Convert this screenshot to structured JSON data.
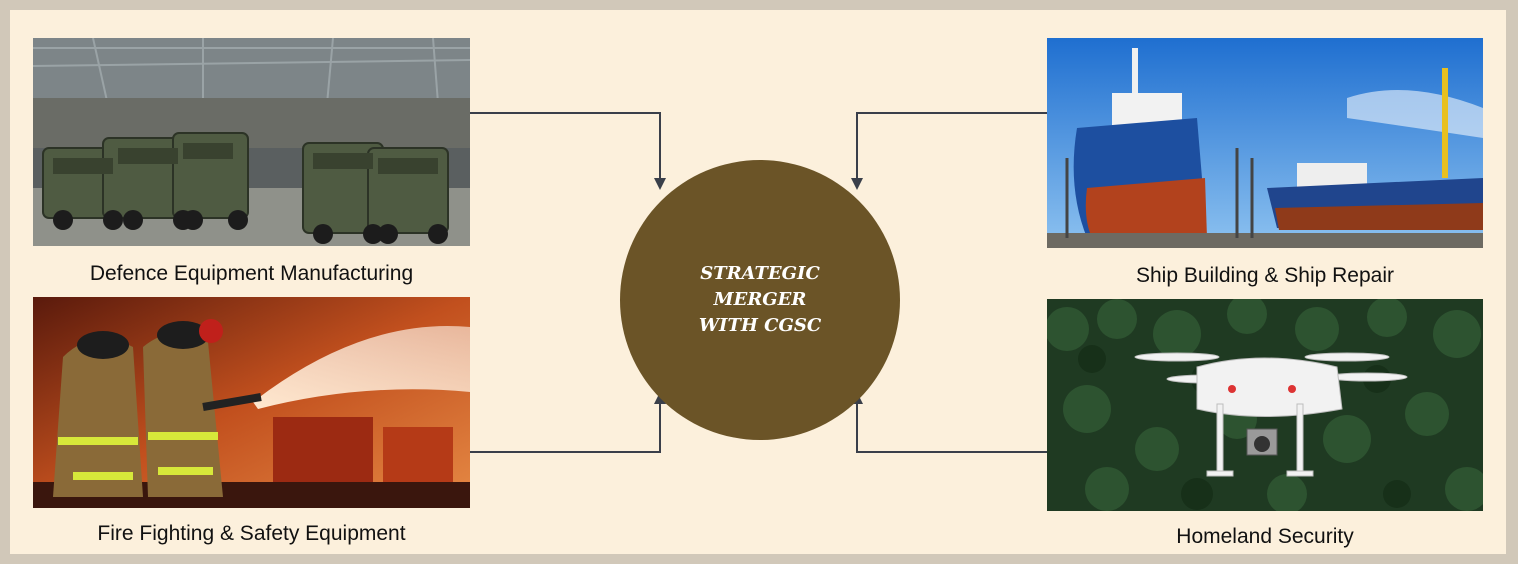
{
  "hub": {
    "line1": "STRATEGIC",
    "line2": "MERGER",
    "line3": "WITH CGSC",
    "color": "#6b5427"
  },
  "segments": [
    {
      "id": "defence",
      "label": "Defence Equipment Manufacturing",
      "image": "armored-vehicles-factory-photo"
    },
    {
      "id": "fire",
      "label": "Fire Fighting & Safety Equipment",
      "image": "firefighters-hose-photo"
    },
    {
      "id": "ship",
      "label": "Ship Building & Ship Repair",
      "image": "ships-drydock-photo"
    },
    {
      "id": "homeland",
      "label": "Homeland Security",
      "image": "drone-over-forest-photo"
    }
  ],
  "colors": {
    "background": "#fcf0dc",
    "frame": "#d1c8b9",
    "connector": "#3a3f4a"
  }
}
